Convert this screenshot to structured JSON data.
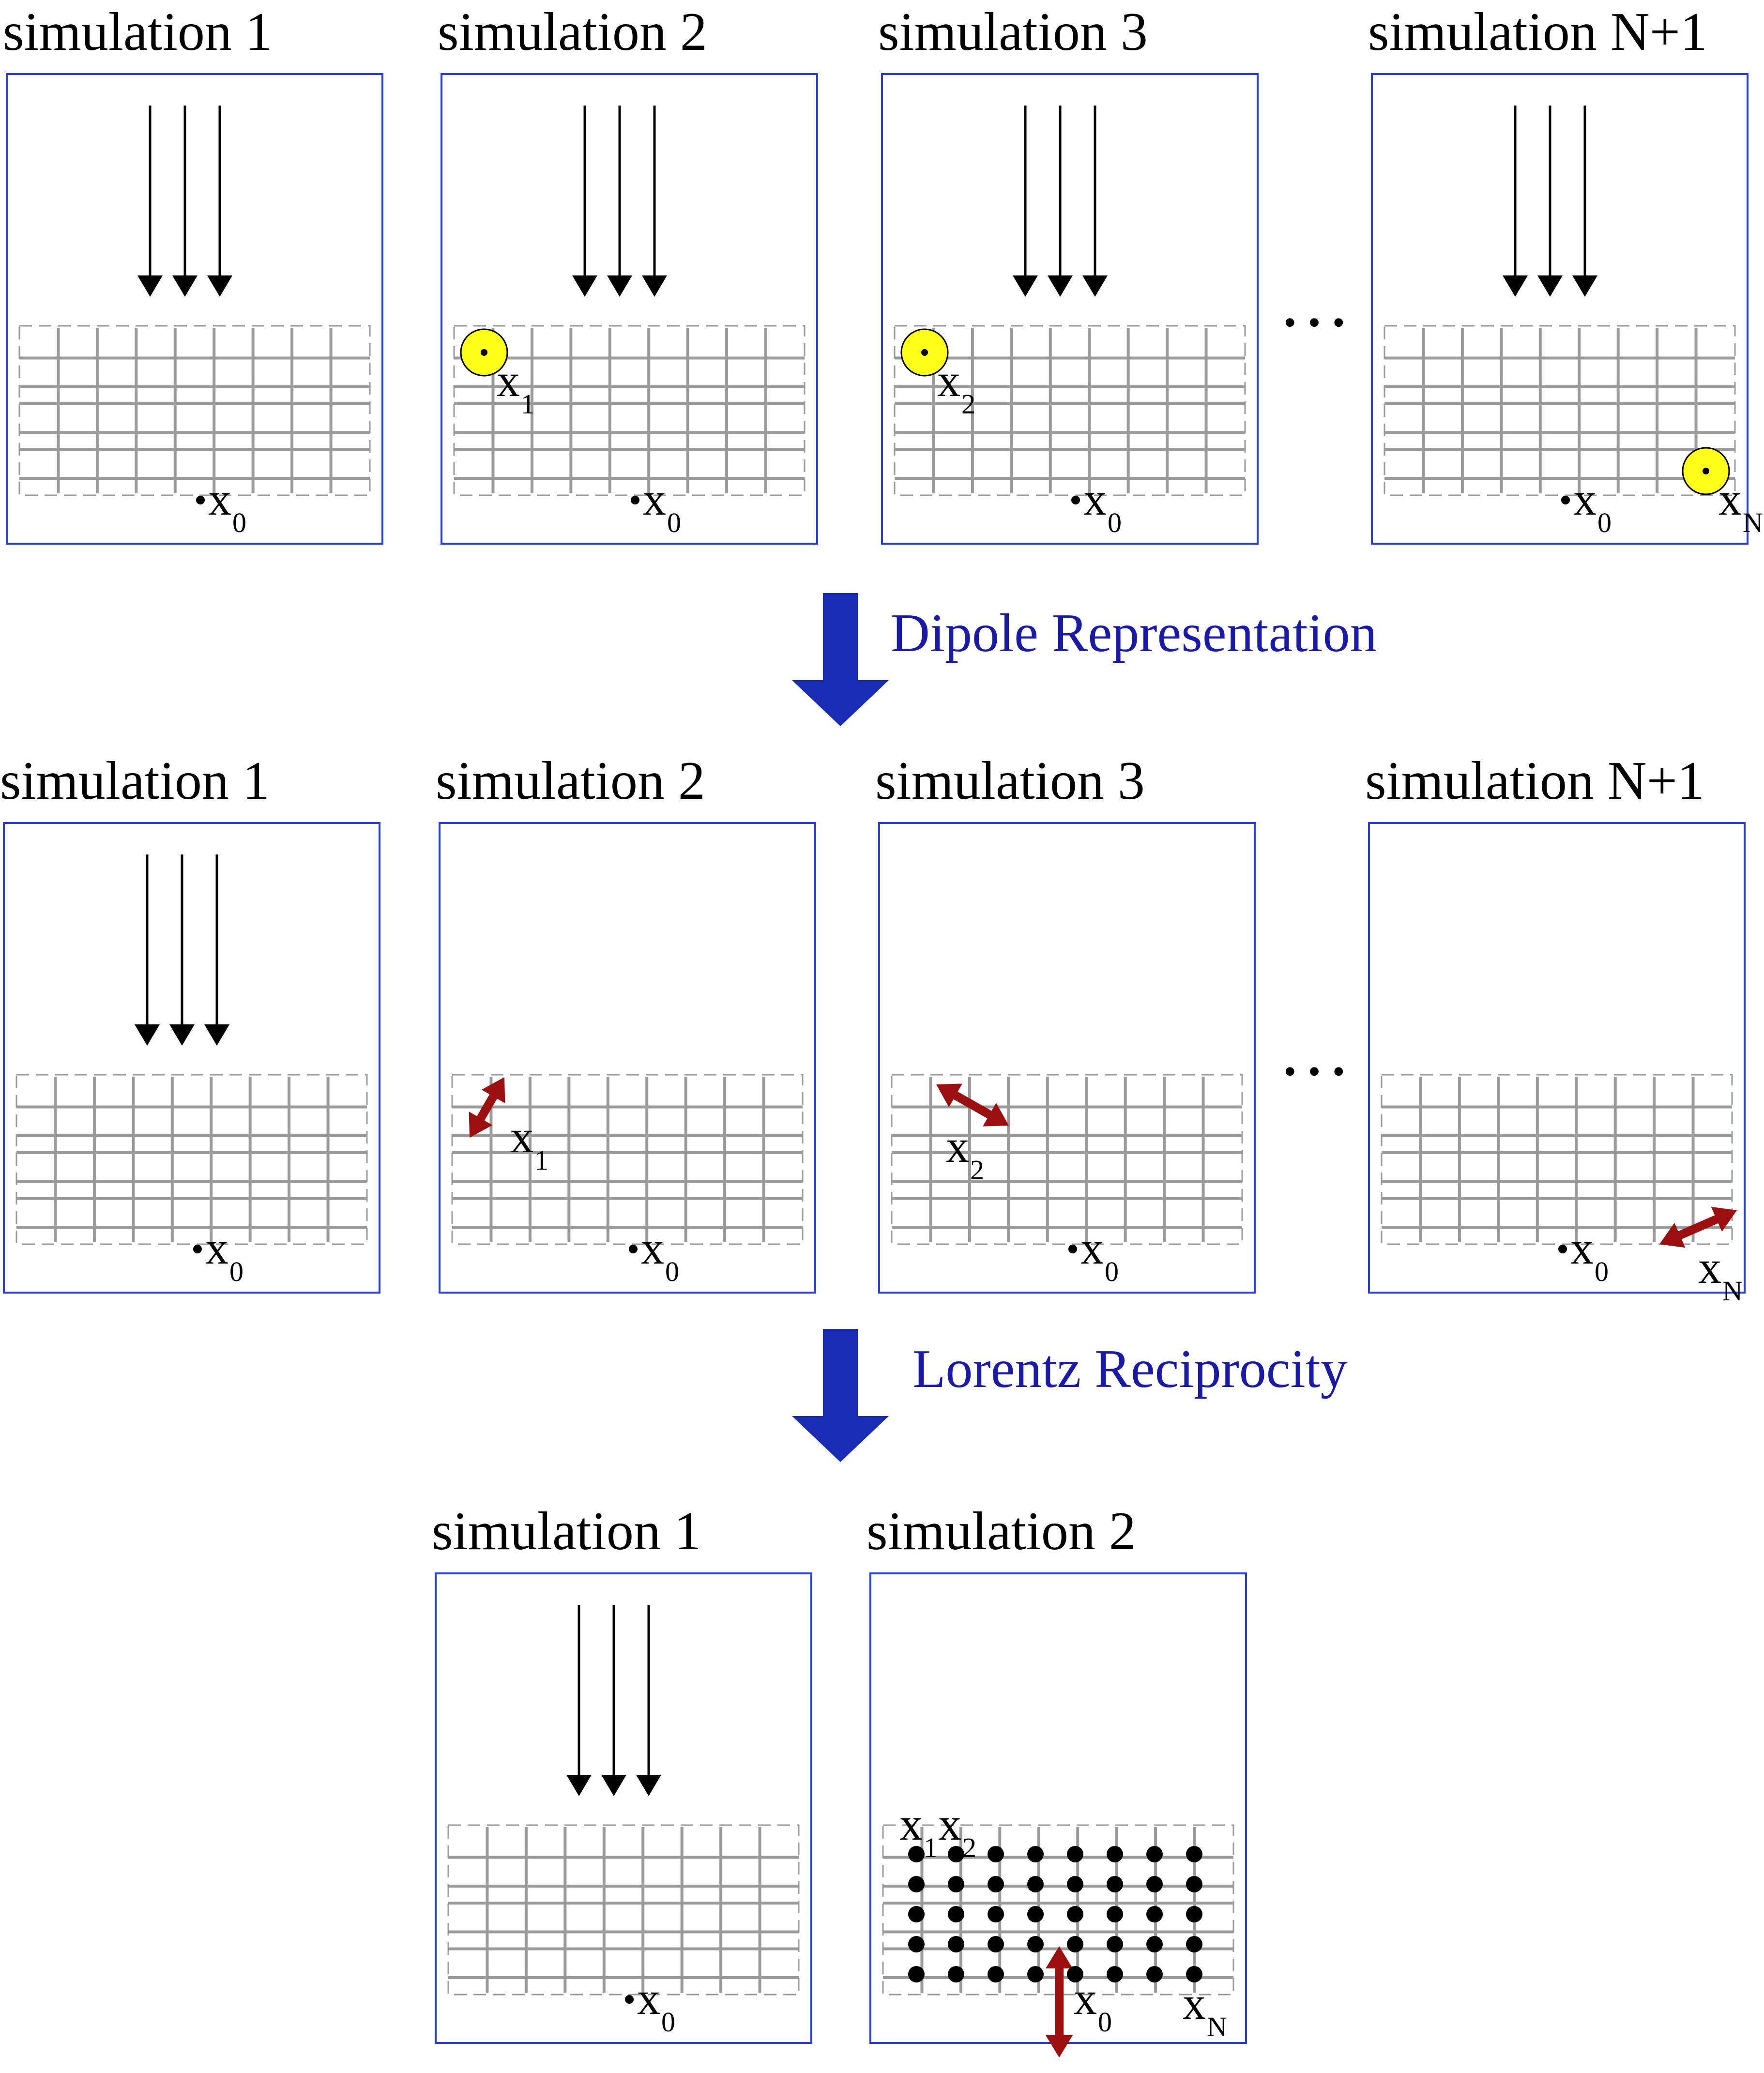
{
  "colors": {
    "frame": "#2b3fd6",
    "grid": "#9a9a9a",
    "step_arrow": "#1a2bb5",
    "step_text": "#1a1aa8",
    "source_fill": "#ffff1a",
    "dipole": "#9b0f0f",
    "ink": "#000000"
  },
  "icons": {
    "incident": "down-arrow-icon",
    "source": "yellow-circle-icon",
    "dipole": "double-arrow-icon",
    "step": "big-down-arrow-icon"
  },
  "steps": [
    {
      "label": "Dipole Representation"
    },
    {
      "label": "Lorentz Reciprocity"
    }
  ],
  "ellipsis": "…",
  "rows": [
    {
      "panels": [
        {
          "title": "simulation 1",
          "incident": true,
          "obs": {
            "var": "x",
            "sub": "0"
          }
        },
        {
          "title": "simulation 2",
          "incident": true,
          "obs": {
            "var": "x",
            "sub": "0"
          },
          "source": {
            "type": "circle",
            "var": "x",
            "sub": "1"
          }
        },
        {
          "title": "simulation 3",
          "incident": true,
          "obs": {
            "var": "x",
            "sub": "0"
          },
          "source": {
            "type": "circle",
            "var": "x",
            "sub": "2"
          }
        },
        {
          "title": "simulation N+1",
          "incident": true,
          "obs": {
            "var": "x",
            "sub": "0"
          },
          "source": {
            "type": "circle",
            "var": "x",
            "sub": "N"
          }
        }
      ]
    },
    {
      "panels": [
        {
          "title": "simulation 1",
          "incident": true,
          "obs": {
            "var": "x",
            "sub": "0"
          }
        },
        {
          "title": "simulation 2",
          "incident": false,
          "obs": {
            "var": "x",
            "sub": "0"
          },
          "source": {
            "type": "dipole",
            "var": "x",
            "sub": "1"
          }
        },
        {
          "title": "simulation 3",
          "incident": false,
          "obs": {
            "var": "x",
            "sub": "0"
          },
          "source": {
            "type": "dipole",
            "var": "x",
            "sub": "2"
          }
        },
        {
          "title": "simulation N+1",
          "incident": false,
          "obs": {
            "var": "x",
            "sub": "0"
          },
          "source": {
            "type": "dipole",
            "var": "x",
            "sub": "N"
          }
        }
      ]
    },
    {
      "panels": [
        {
          "title": "simulation 1",
          "incident": true,
          "obs": {
            "var": "x",
            "sub": "0"
          }
        },
        {
          "title": "simulation 2",
          "incident": false,
          "obs": {
            "var": "x",
            "sub": "0",
            "dipole": true
          },
          "points": {
            "rows": 5,
            "cols": 8
          },
          "point_labels": [
            {
              "var": "x",
              "sub": "1"
            },
            {
              "var": "x",
              "sub": "2"
            },
            {
              "var": "x",
              "sub": "N"
            }
          ]
        }
      ]
    }
  ]
}
